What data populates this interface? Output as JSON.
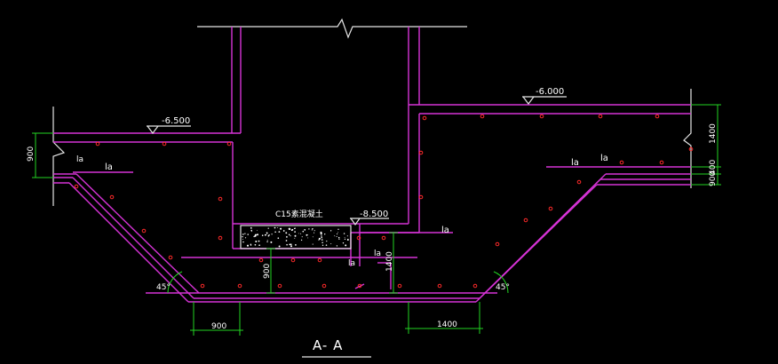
{
  "section_title": "A- A",
  "elevations": {
    "left": "-6.500",
    "right": "-6.000",
    "pit": "-8.500"
  },
  "pad_label": "C15素混凝土",
  "anchor_labels": [
    "la",
    "la",
    "la",
    "la",
    "la",
    "la",
    "la"
  ],
  "angle_labels": [
    "45°",
    "45°"
  ],
  "dimensions": {
    "left_height": "900",
    "right_upper": "1400",
    "right_mid": "400",
    "right_lower": "900",
    "pit_depth_left": "900",
    "pit_depth_right": "1400",
    "bottom_left": "900",
    "bottom_right": "1400"
  },
  "colors": {
    "background": "#000000",
    "rebar": "#d633d6",
    "concrete_outline": "#e6e6e6",
    "dimension": "#22d422",
    "rebar_dots": "#ff2a2a"
  }
}
